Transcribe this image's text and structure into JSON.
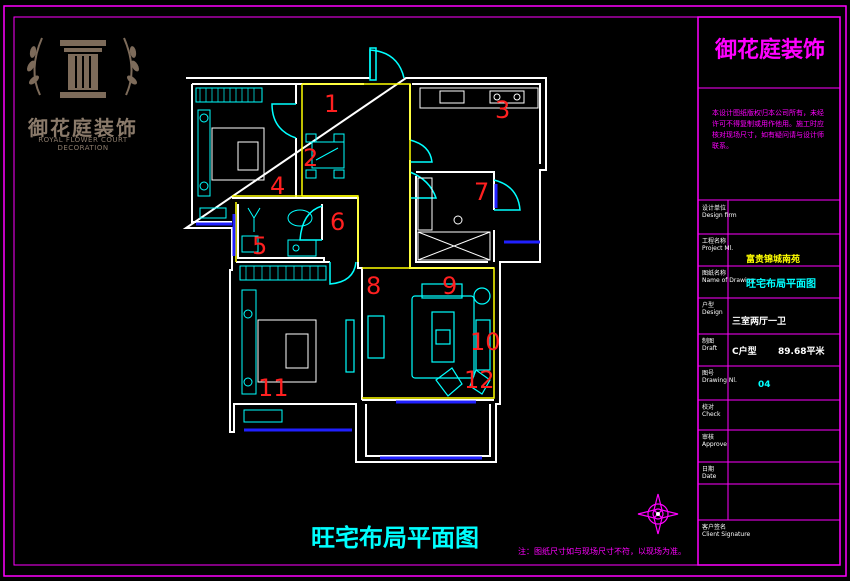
{
  "logo": {
    "name_cn": "御花庭装饰",
    "name_en": "ROYAL FLOWER COURT DECORATION"
  },
  "brand": {
    "name": "御花庭装饰"
  },
  "plan": {
    "title": "旺宅布局平面图",
    "room_numbers": [
      "1",
      "2",
      "3",
      "4",
      "5",
      "6",
      "7",
      "8",
      "9",
      "10",
      "11",
      "12"
    ],
    "note": "注：图纸尺寸如与现场尺寸不符，以现场为准。"
  },
  "title_block": {
    "description": "本设计图纸版权归本公司所有，未经许可不得复制或用作他用。施工时应核对现场尺寸，如有疑问请与设计师联系。",
    "design_firm_label": "设计单位",
    "design_firm_label_en": "Design firm",
    "project_label": "工程名称",
    "project_label_en": "Project Ml.",
    "project_value": "富贵锦城南苑",
    "drawing_name_label": "图纸名称",
    "drawing_name_label_en": "Name of Drawing",
    "drawing_name_value": "旺宅布局平面图",
    "layout_label": "户型",
    "layout_label_en": "Design",
    "layout_value": "三室两厅一卫",
    "draft_label": "制图",
    "draft_label_en": "Draft",
    "unit_type": "C户型",
    "area": "89.68平米",
    "drawing_no_label": "图号",
    "drawing_no_label_en": "Drawing Nl.",
    "drawing_no_value": "04",
    "check_label": "校对",
    "check_label_en": "Check",
    "approve_label": "审核",
    "approve_label_en": "Approve",
    "date_label": "日期",
    "date_label_en": "Date",
    "signature_label": "客户签名",
    "signature_label_en": "Client Signature"
  },
  "colors": {
    "background": "#000000",
    "frame": "#ff00ff",
    "walls": "#ffffff",
    "zones": "#ffff00",
    "furniture": "#00ffff",
    "numbers": "#ff2020",
    "windows": "#0000ff"
  },
  "icons": {
    "compass": "compass-icon",
    "logo": "column-laurel-logo"
  }
}
